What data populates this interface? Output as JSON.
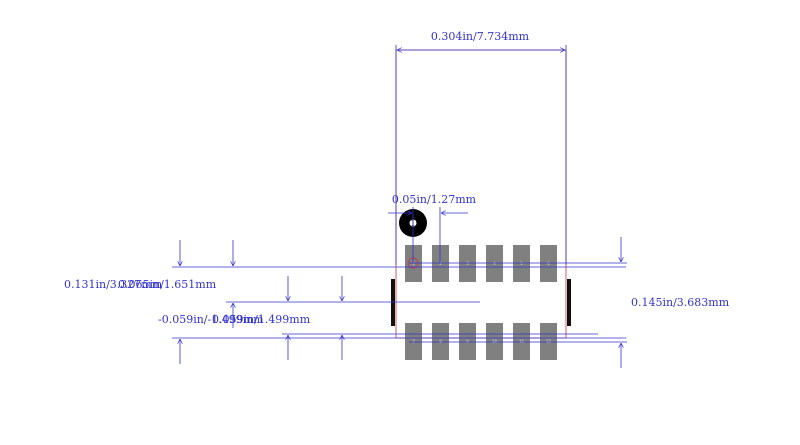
{
  "colors": {
    "dimension": "#3333cc",
    "outline": "#cc3344",
    "pad": "#808080",
    "body_bar": "#111111",
    "pin1_marker": "#000000",
    "background": "#ffffff"
  },
  "dimensions": {
    "width_top": "0.304in/7.734mm",
    "pitch": "0.05in/1.27mm",
    "left_outer": "0.131in/3.327mm",
    "left_inner": "0.065in/1.651mm",
    "left_offset_a": "-0.059in/-1.499mm",
    "left_offset_b": "0.059in/1.499mm",
    "right_height": "0.145in/3.683mm"
  },
  "pin1_label": "1",
  "pads_top": [
    "1",
    "2",
    "3",
    "4",
    "5",
    "6"
  ],
  "pads_bottom": [
    "7",
    "8",
    "9",
    "10",
    "11",
    "12"
  ]
}
